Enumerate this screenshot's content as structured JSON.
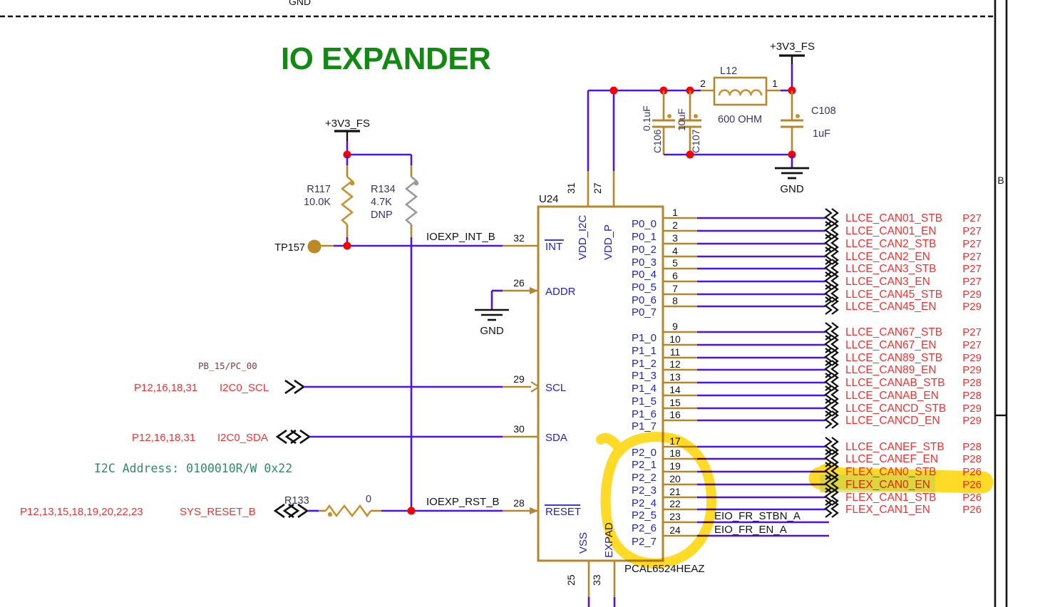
{
  "title": {
    "text": "IO EXPANDER"
  },
  "page": {
    "border_letter": "B",
    "top_clipped_label": "GND"
  },
  "colors": {
    "wire": "#4C13E4",
    "part": "#B5872A",
    "part_bright": "#C8922E",
    "pin_text": "#2121CE",
    "net_red": "#FB2F2F",
    "junction": "#F40000",
    "highlight": "#FFD400",
    "highlight_green": "#B5C832",
    "note_green": "#2F8B68",
    "label_dark": "#35356B",
    "maroon": "#8B3535",
    "title_green": "#128912"
  },
  "power": {
    "rail": "+3V3_FS",
    "gnd": "GND"
  },
  "testpoint": {
    "ref": "TP157"
  },
  "pullups": {
    "r117": {
      "ref": "R117",
      "value": "10.0K"
    },
    "r134": {
      "ref": "R134",
      "value": "4.7K",
      "note": "DNP"
    }
  },
  "filter": {
    "l12": {
      "ref": "L12",
      "value": "600 OHM",
      "pin_left": "2",
      "pin_right": "1"
    },
    "c106": {
      "ref": "C106",
      "value": "0.1uF"
    },
    "c107": {
      "ref": "C107",
      "value": "10uF"
    },
    "c108": {
      "ref": "C108",
      "value": "1uF"
    }
  },
  "i2c_note": "I2C Address: 0100010R/W 0x22",
  "mcu_pin_note": "PB_15/PC_00",
  "left_ports": [
    {
      "refs": "P12,16,18,31",
      "name": "I2C0_SCL",
      "dir": "out"
    },
    {
      "refs": "P12,16,18,31",
      "name": "I2C0_SDA",
      "dir": "bidir"
    },
    {
      "refs": "P12,13,15,18,19,20,22,23",
      "name": "SYS_RESET_B",
      "dir": "bidir"
    }
  ],
  "r133": {
    "ref": "R133",
    "value": "0"
  },
  "nets": {
    "int": "IOEXP_INT_B",
    "rst": "IOEXP_RST_B"
  },
  "chip": {
    "ref": "U24",
    "part": "PCAL6524HEAZ",
    "left_pins": [
      {
        "num": "32",
        "name": "INT"
      },
      {
        "num": "26",
        "name": "ADDR"
      },
      {
        "num": "29",
        "name": "SCL"
      },
      {
        "num": "30",
        "name": "SDA"
      },
      {
        "num": "28",
        "name": "RESET"
      }
    ],
    "top_pins": [
      {
        "num": "31",
        "name": "VDD_I2C"
      },
      {
        "num": "27",
        "name": "VDD_P"
      }
    ],
    "bottom_pins": [
      {
        "num": "25",
        "name": "VSS"
      },
      {
        "num": "33",
        "name": "EXPAD"
      }
    ],
    "right_pins": [
      {
        "num": "1",
        "name": "P0_0",
        "net": "LLCE_CAN01_STB",
        "page": "P27",
        "connector": true
      },
      {
        "num": "2",
        "name": "P0_1",
        "net": "LLCE_CAN01_EN",
        "page": "P27",
        "connector": true
      },
      {
        "num": "3",
        "name": "P0_2",
        "net": "LLCE_CAN2_STB",
        "page": "P27",
        "connector": true
      },
      {
        "num": "4",
        "name": "P0_3",
        "net": "LLCE_CAN2_EN",
        "page": "P27",
        "connector": true
      },
      {
        "num": "5",
        "name": "P0_4",
        "net": "LLCE_CAN3_STB",
        "page": "P27",
        "connector": true
      },
      {
        "num": "6",
        "name": "P0_5",
        "net": "LLCE_CAN3_EN",
        "page": "P27",
        "connector": true
      },
      {
        "num": "7",
        "name": "P0_6",
        "net": "LLCE_CAN45_STB",
        "page": "P29",
        "connector": true
      },
      {
        "num": "8",
        "name": "P0_7",
        "net": "LLCE_CAN45_EN",
        "page": "P29",
        "connector": true
      },
      {
        "num": "9",
        "name": "P1_0",
        "net": "LLCE_CAN67_STB",
        "page": "P27",
        "connector": true
      },
      {
        "num": "10",
        "name": "P1_1",
        "net": "LLCE_CAN67_EN",
        "page": "P27",
        "connector": true
      },
      {
        "num": "11",
        "name": "P1_2",
        "net": "LLCE_CAN89_STB",
        "page": "P29",
        "connector": true
      },
      {
        "num": "12",
        "name": "P1_3",
        "net": "LLCE_CAN89_EN",
        "page": "P29",
        "connector": true
      },
      {
        "num": "13",
        "name": "P1_4",
        "net": "LLCE_CANAB_STB",
        "page": "P28",
        "connector": true
      },
      {
        "num": "14",
        "name": "P1_5",
        "net": "LLCE_CANAB_EN",
        "page": "P28",
        "connector": true
      },
      {
        "num": "15",
        "name": "P1_6",
        "net": "LLCE_CANCD_STB",
        "page": "P29",
        "connector": true
      },
      {
        "num": "16",
        "name": "P1_7",
        "net": "LLCE_CANCD_EN",
        "page": "P29",
        "connector": true
      },
      {
        "num": "17",
        "name": "P2_0",
        "net": "LLCE_CANEF_STB",
        "page": "P28",
        "connector": true
      },
      {
        "num": "18",
        "name": "P2_1",
        "net": "LLCE_CANEF_EN",
        "page": "P28",
        "connector": true
      },
      {
        "num": "19",
        "name": "P2_2",
        "net": "FLEX_CAN0_STB",
        "page": "P26",
        "connector": true
      },
      {
        "num": "20",
        "name": "P2_3",
        "net": "FLEX_CAN0_EN",
        "page": "P26",
        "connector": true,
        "highlight": true
      },
      {
        "num": "21",
        "name": "P2_4",
        "net": "FLEX_CAN1_STB",
        "page": "P26",
        "connector": true
      },
      {
        "num": "22",
        "name": "P2_5",
        "net": "FLEX_CAN1_EN",
        "page": "P26",
        "connector": true
      },
      {
        "num": "23",
        "name": "P2_6",
        "net": "EIO_FR_STBN_A",
        "page": "",
        "connector": false
      },
      {
        "num": "24",
        "name": "P2_7",
        "net": "EIO_FR_EN_A",
        "page": "",
        "connector": false
      }
    ]
  }
}
